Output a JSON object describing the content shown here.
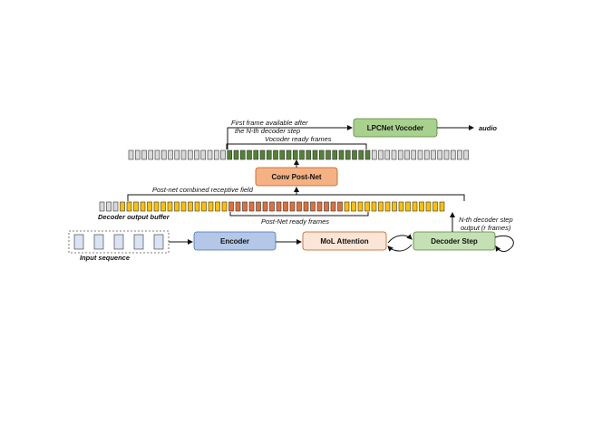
{
  "nodes": {
    "encoder": "Encoder",
    "mol_attention": "MoL Attention",
    "decoder_step": "Decoder Step",
    "conv_postnet": "Conv Post-Net",
    "lpcnet_vocoder": "LPCNet Vocoder"
  },
  "labels": {
    "audio": "audio",
    "input_sequence": "Input sequence",
    "decoder_output_buffer": "Decoder output buffer",
    "postnet_receptive_field": "Post-net combined receptive field",
    "postnet_ready_frames": "Post-Net ready frames",
    "vocoder_ready_frames": "Vocoder ready frames",
    "first_frame_line1": "First frame available after",
    "first_frame_line2": "the N-th decoder step",
    "nth_step_line1": "N-th decoder step",
    "nth_step_line2": "output (r frames)"
  },
  "colors": {
    "encoder": "#b4c7e7",
    "mol_attention": "#fbe5d6",
    "decoder_step": "#c5e0b4",
    "conv_postnet": "#f4b183",
    "lpcnet_vocoder": "#a9d18e",
    "yellow_frame": "#ffc000",
    "orange_frame": "#e0703a",
    "green_frame": "#548235",
    "empty_frame": "#d9d9d9",
    "input_frame": "#dae3f3"
  },
  "frames": {
    "vocoder_row": {
      "empty_before": 15,
      "green": 22,
      "empty_after": 15
    },
    "decoder_buffer_row": {
      "empty_before": 3,
      "yellow_before": 16,
      "orange": 17,
      "yellow_after": 15
    },
    "input_row": {
      "count": 5
    }
  }
}
